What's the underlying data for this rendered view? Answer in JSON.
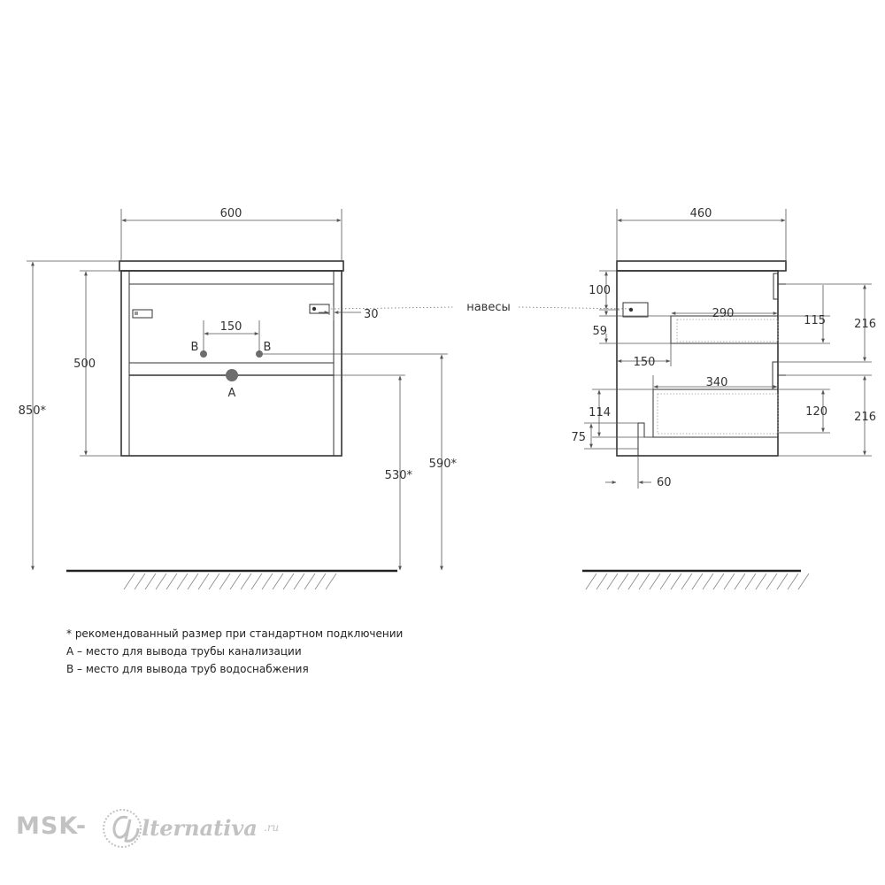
{
  "front": {
    "width": "600",
    "height_body": "500",
    "height_total": "850*",
    "hinge_offset": "30",
    "pipe_spacing": "150",
    "pipe_b_left": "B",
    "pipe_b_right": "B",
    "pipe_a": "A",
    "height_a": "530*",
    "height_b": "590*"
  },
  "callout": "навесы",
  "side": {
    "depth": "460",
    "d100": "100",
    "d59": "59",
    "d290": "290",
    "d115": "115",
    "d216_top": "216",
    "d150": "150",
    "d340": "340",
    "d114": "114",
    "d120": "120",
    "d75": "75",
    "d216_bottom": "216",
    "d60": "60"
  },
  "notes": [
    "* рекомендованный размер при стандартном подключении",
    "А – место для вывода трубы канализации",
    "В – место для вывода труб водоснабжения"
  ],
  "logo": {
    "main": "MSK-",
    "rest": "lternativa",
    "domain": ".ru"
  },
  "colors": {
    "line": "#333333",
    "dim_line": "#555555",
    "logo": "#c2c2c2",
    "pipe": "#6d6d6d"
  }
}
